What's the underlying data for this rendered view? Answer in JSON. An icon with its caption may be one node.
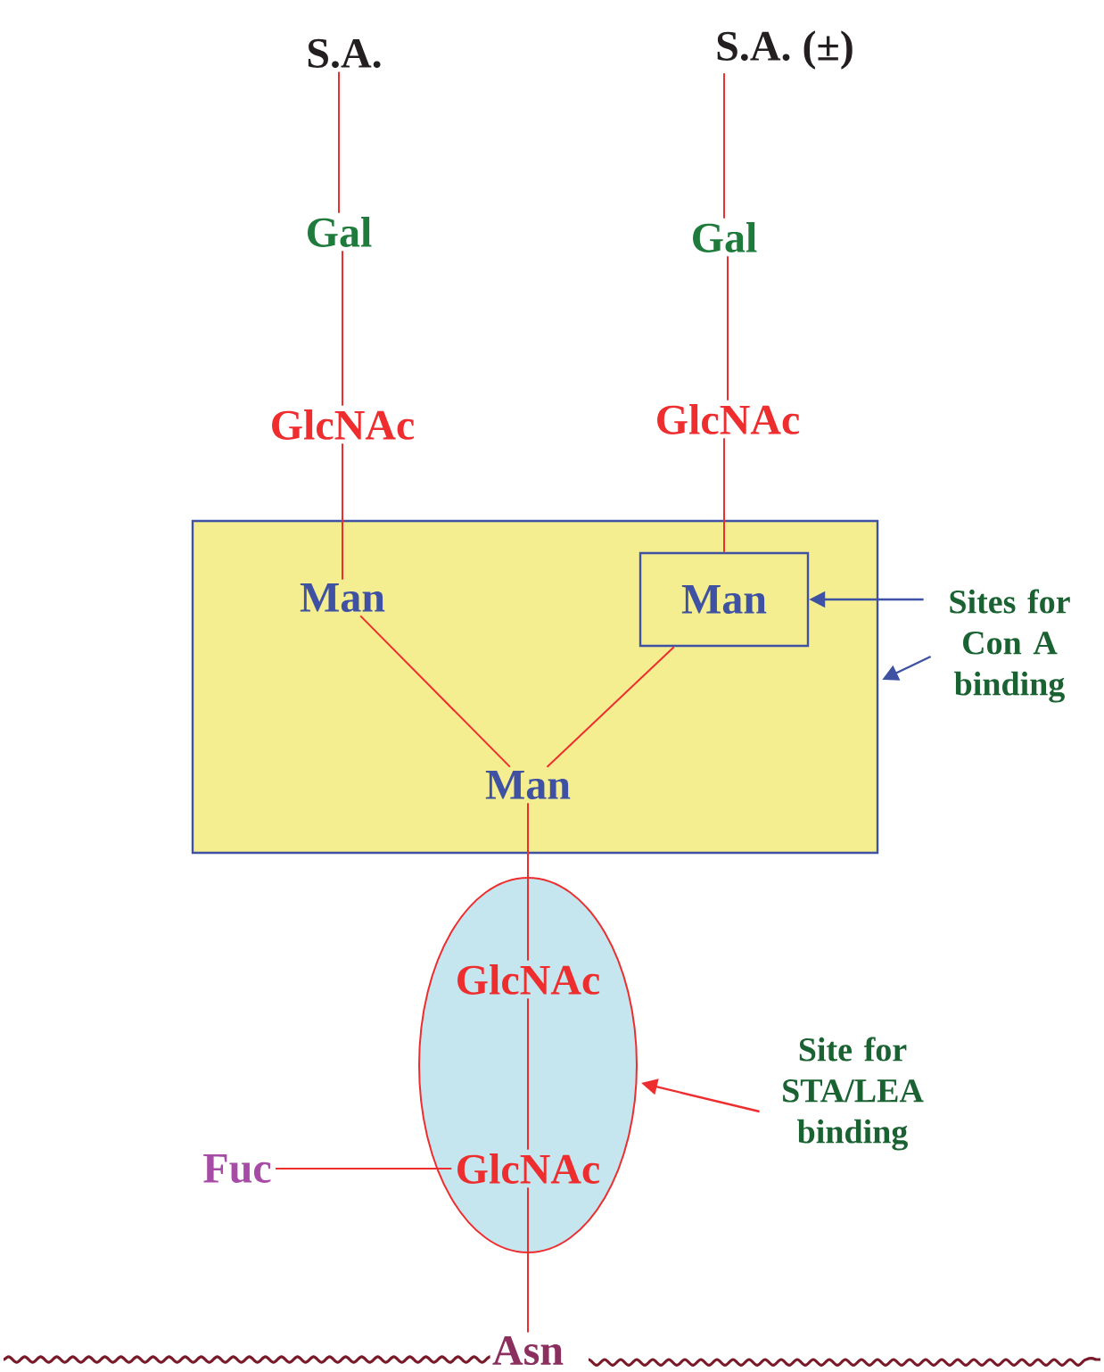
{
  "diagram": {
    "nodes": [
      {
        "text": [],
        "shape": "box"
      },
      {
        "text": [
          "S.A."
        ]
      },
      {
        "text": [
          "S.A. (±)"
        ]
      },
      {
        "text": [
          "Gal"
        ]
      },
      {
        "text": [
          "Gal"
        ]
      },
      {
        "text": [
          "GlcNAc"
        ]
      },
      {
        "text": [
          "GlcNAc"
        ]
      },
      {
        "text": [
          "Man"
        ],
        "in": 0
      },
      {
        "text": [
          "Man"
        ],
        "in": 0
      },
      {
        "text": [
          "Man"
        ],
        "in": 0
      },
      {
        "text": [],
        "shape": "ellipse"
      },
      {
        "text": [
          "GlcNAc"
        ],
        "in": 10
      },
      {
        "text": [
          "GlcNAc"
        ],
        "in": 10
      },
      {
        "text": [
          "Fuc"
        ]
      },
      {
        "text": [
          "Asn"
        ]
      },
      {
        "text": [
          "Sites for Con A binding"
        ]
      },
      {
        "text": [
          "Site for STA/LEA binding"
        ]
      }
    ],
    "edges": [
      {
        "from": 1,
        "to": 3,
        "arrow": "none"
      },
      {
        "from": 3,
        "to": 5,
        "arrow": "none"
      },
      {
        "from": 5,
        "to": 7,
        "arrow": "none"
      },
      {
        "from": 2,
        "to": 4,
        "arrow": "none"
      },
      {
        "from": 4,
        "to": 6,
        "arrow": "none"
      },
      {
        "from": 6,
        "to": 8,
        "arrow": "none"
      },
      {
        "from": 7,
        "to": 9,
        "arrow": "none"
      },
      {
        "from": 8,
        "to": 9,
        "arrow": "none"
      },
      {
        "from": 9,
        "to": 11,
        "arrow": "none"
      },
      {
        "from": 11,
        "to": 12,
        "arrow": "none"
      },
      {
        "from": 12,
        "to": 14,
        "arrow": "none"
      },
      {
        "from": 13,
        "to": 12,
        "arrow": "none"
      },
      {
        "from": 15,
        "to": 8,
        "arrow": "to",
        "color": "#3f51a3"
      },
      {
        "from": 15,
        "to": 0,
        "arrow": "to",
        "color": "#3f51a3"
      },
      {
        "from": 16,
        "to": 10,
        "arrow": "to"
      }
    ]
  }
}
